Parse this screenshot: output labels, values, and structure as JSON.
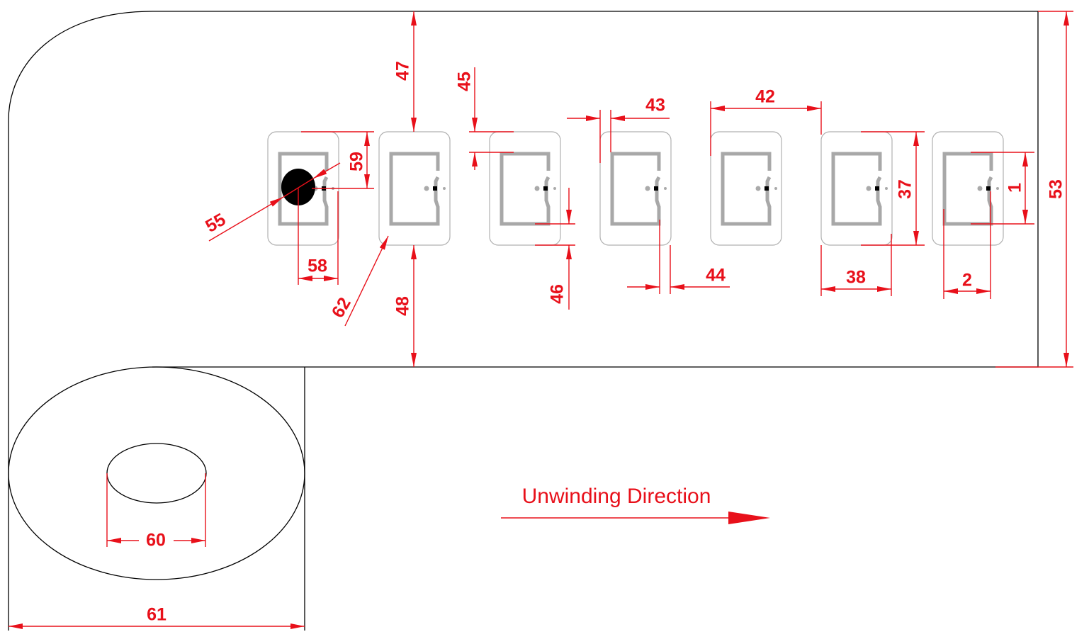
{
  "title": "Unwinding Direction",
  "colors": {
    "dimension": "#e8101a",
    "outline": "#000000",
    "inlay": "#b0b0b0"
  },
  "inlay_count": 7,
  "dimensions": {
    "d1": "1",
    "d2": "2",
    "d37": "37",
    "d38": "38",
    "d42": "42",
    "d43": "43",
    "d44": "44",
    "d45": "45",
    "d46": "46",
    "d47": "47",
    "d48": "48",
    "d53": "53",
    "d55": "55",
    "d58": "58",
    "d59": "59",
    "d60": "60",
    "d61": "61",
    "d62": "62"
  }
}
